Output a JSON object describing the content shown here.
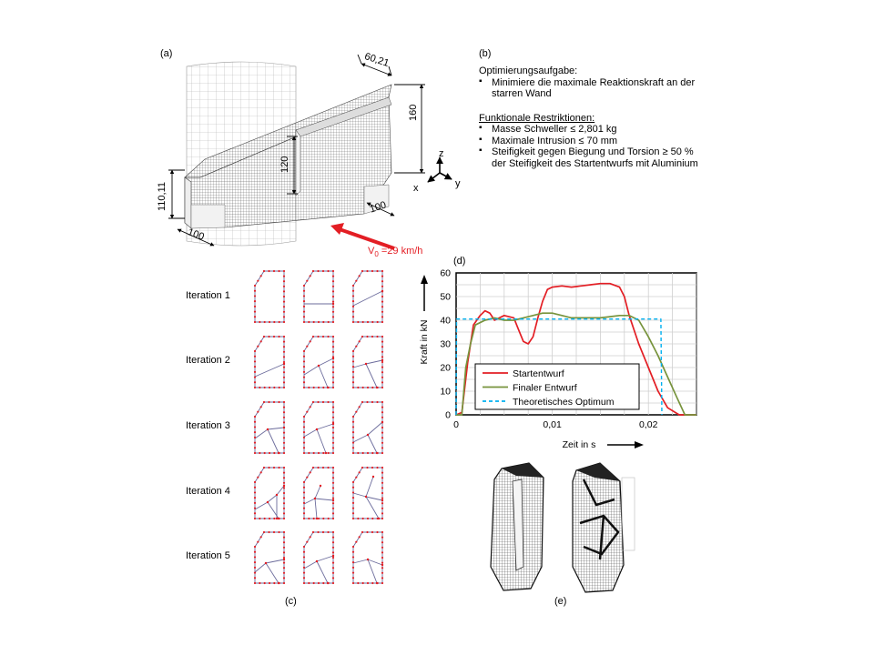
{
  "panel_labels": {
    "a": "(a)",
    "b": "(b)",
    "c": "(c)",
    "d": "(d)",
    "e": "(e)"
  },
  "panel_a": {
    "dims": {
      "top_width": "60,21",
      "height_160": "160",
      "height_120": "120",
      "left_height": "110,11",
      "width_100_left": "100",
      "width_100_right": "100"
    },
    "axes": {
      "z": "z",
      "x": "x",
      "y": "y"
    },
    "velocity": {
      "prefix": "V",
      "sub": "0",
      "rest": " =29 km/h"
    }
  },
  "panel_b": {
    "task_title": "Optimierungsaufgabe:",
    "task_items": [
      "Minimiere die maximale Reaktionskraft an der starren Wand"
    ],
    "constraints_title": "Funktionale Restriktionen:",
    "constraint_items": [
      "Masse Schweller ≤ 2,801 kg",
      "Maximale Intrusion ≤ 70 mm",
      "Steifigkeit gegen Biegung und Torsion ≥ 50 % der Steifigkeit des Startentwurfs mit Aluminium"
    ]
  },
  "panel_c": {
    "iterations": [
      "Iteration 1",
      "Iteration 2",
      "Iteration 3",
      "Iteration 4",
      "Iteration 5"
    ]
  },
  "chart_data": {
    "type": "line",
    "xlabel": "Zeit in s",
    "ylabel": "Kraft in kN",
    "xlim": [
      0,
      0.025
    ],
    "ylim": [
      0,
      60
    ],
    "xticks": [
      0,
      0.01,
      0.02
    ],
    "xtick_labels": [
      "0",
      "0,01",
      "0,02"
    ],
    "yticks": [
      0,
      10,
      20,
      30,
      40,
      50,
      60
    ],
    "grid": true,
    "legend": "bottom-left",
    "series": [
      {
        "name": "Startentwurf",
        "color": "#e31e24",
        "dash": "solid",
        "x": [
          0,
          0.0006,
          0.0012,
          0.0018,
          0.0025,
          0.003,
          0.0035,
          0.004,
          0.005,
          0.006,
          0.0065,
          0.007,
          0.0075,
          0.008,
          0.0085,
          0.009,
          0.0095,
          0.01,
          0.011,
          0.012,
          0.013,
          0.014,
          0.015,
          0.016,
          0.017,
          0.0175,
          0.018,
          0.019,
          0.02,
          0.021,
          0.022,
          0.0232,
          0.025
        ],
        "y": [
          0,
          1,
          22,
          38,
          42,
          44,
          43,
          40,
          42,
          41,
          36,
          31,
          30,
          33,
          41,
          48,
          53,
          54,
          54.5,
          54,
          54.5,
          55,
          55.5,
          55.5,
          54,
          50,
          42,
          30,
          20,
          10,
          3,
          0,
          0
        ]
      },
      {
        "name": "Finaler Entwurf",
        "color": "#77933c",
        "dash": "solid",
        "x": [
          0,
          0.0006,
          0.001,
          0.0015,
          0.002,
          0.003,
          0.004,
          0.005,
          0.006,
          0.007,
          0.008,
          0.009,
          0.01,
          0.011,
          0.012,
          0.013,
          0.014,
          0.015,
          0.016,
          0.017,
          0.018,
          0.019,
          0.02,
          0.021,
          0.022,
          0.023,
          0.0238,
          0.025
        ],
        "y": [
          0,
          0,
          20,
          30,
          38,
          40,
          41,
          40,
          40,
          41,
          42,
          43,
          43,
          42,
          41,
          41,
          41,
          41,
          41.5,
          42,
          42,
          40,
          33,
          25,
          16,
          7,
          0,
          0
        ]
      },
      {
        "name": "Theoretisches Optimum",
        "color": "#00b0f0",
        "dash": "dashed",
        "x": [
          0,
          5e-05,
          0.0213,
          0.0214
        ],
        "y": [
          0,
          40.5,
          40.5,
          0
        ]
      }
    ]
  }
}
